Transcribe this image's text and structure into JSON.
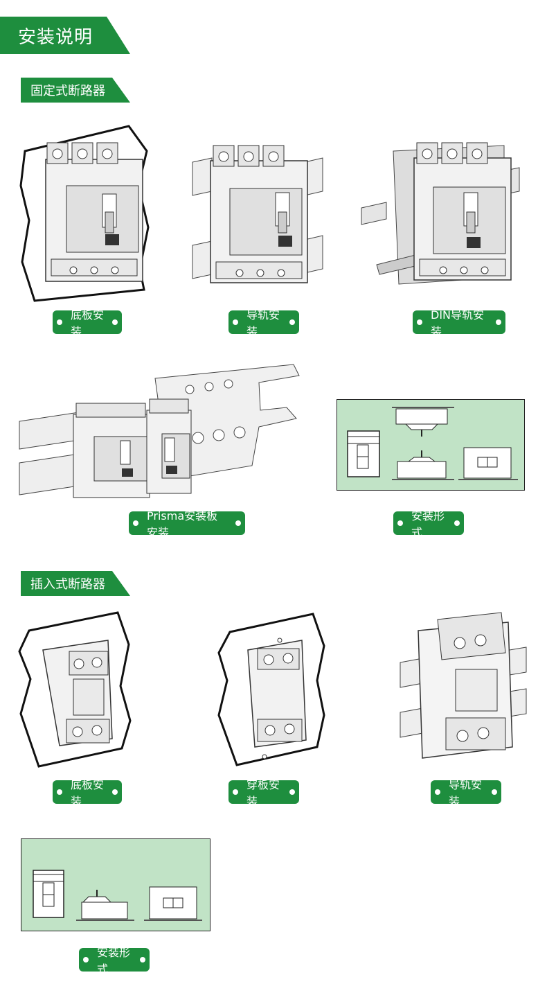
{
  "page": {
    "title": "安装说明",
    "accent": "#1e8e3e",
    "panel_color": "#c1e3c6"
  },
  "fixed": {
    "heading": "固定式断路器",
    "items": [
      {
        "label": "底板安装"
      },
      {
        "label": "导轨安装"
      },
      {
        "label": "DIN导轨安装"
      },
      {
        "label": "Prisma安装板安装"
      },
      {
        "label": "安装形式"
      }
    ]
  },
  "plugin": {
    "heading": "插入式断路器",
    "items": [
      {
        "label": "底板安装"
      },
      {
        "label": "穿板安装"
      },
      {
        "label": "导轨安装"
      },
      {
        "label": "安装形式"
      }
    ]
  }
}
